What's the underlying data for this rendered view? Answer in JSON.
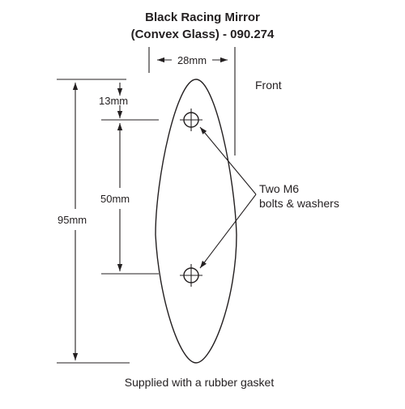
{
  "title": {
    "line1": "Black Racing Mirror",
    "line2": "(Convex Glass) - 090.274"
  },
  "dimensions": {
    "width": "28mm",
    "top_offset": "13mm",
    "hole_spacing": "50mm",
    "overall_height": "95mm"
  },
  "labels": {
    "front": "Front",
    "bolts_line1": "Two M6",
    "bolts_line2": "bolts & washers"
  },
  "footer": "Supplied with a rubber gasket",
  "colors": {
    "ink": "#231f20",
    "background": "#ffffff"
  }
}
